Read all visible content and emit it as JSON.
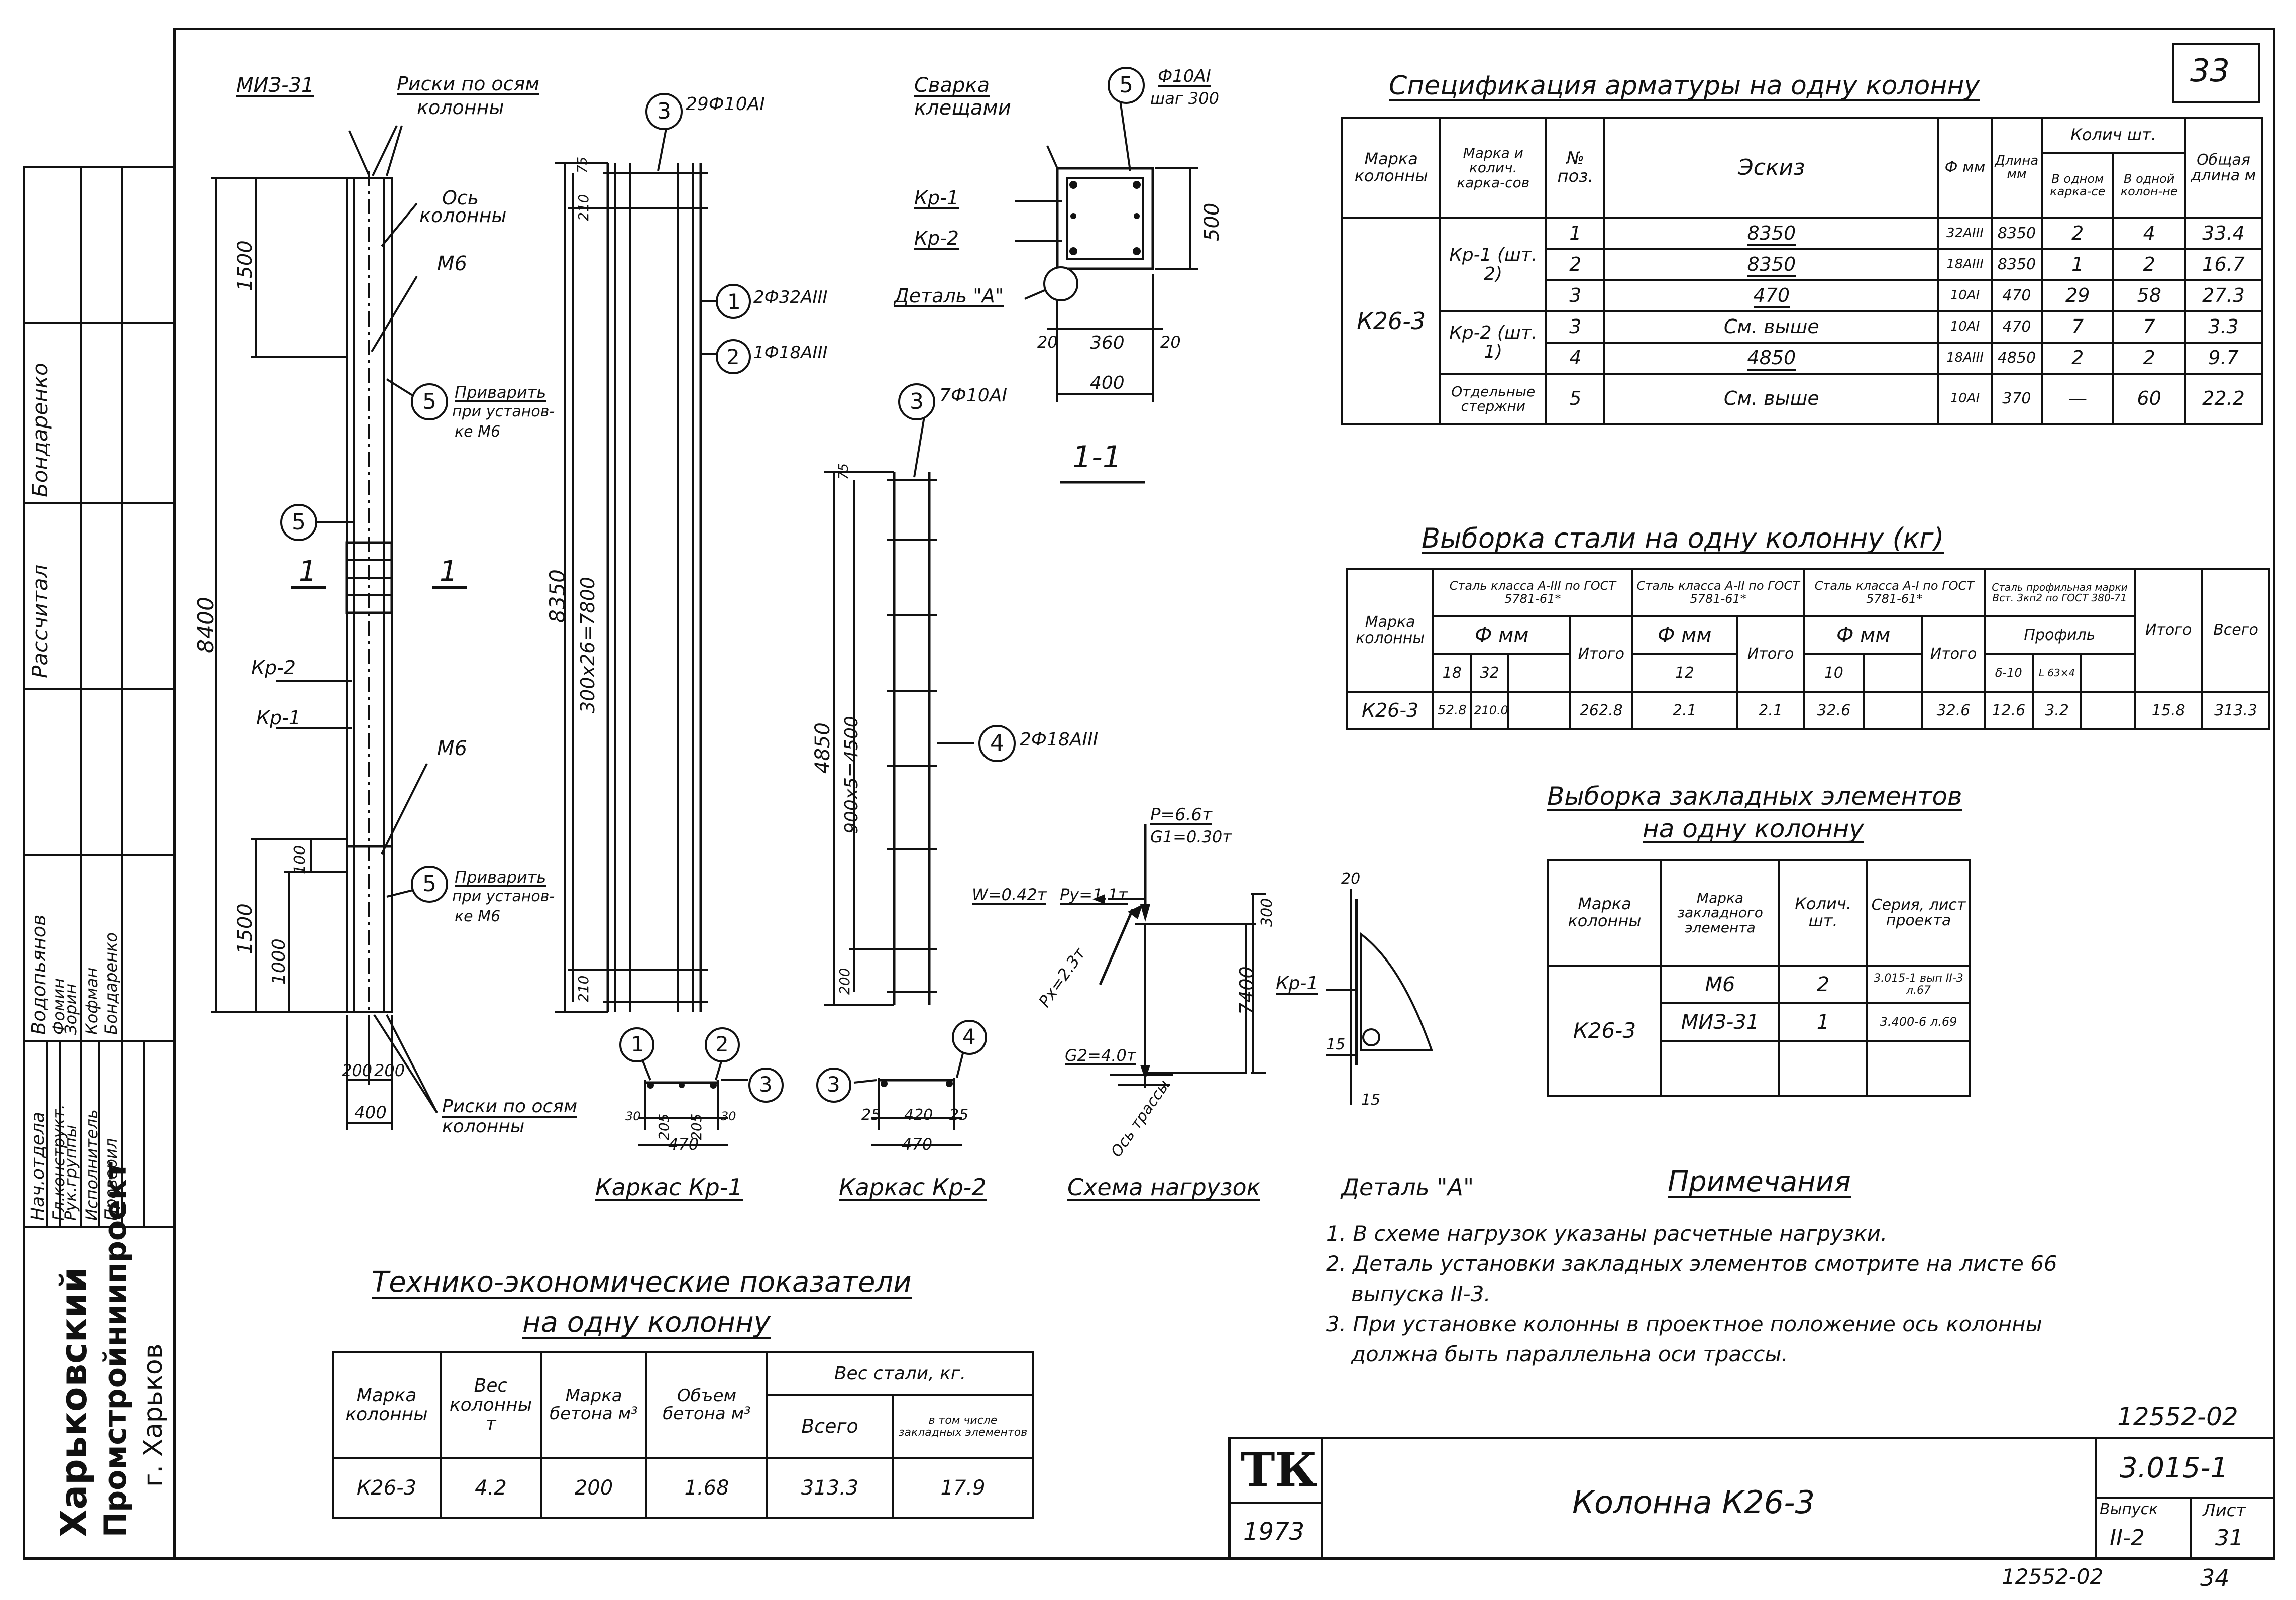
{
  "page_number": "33",
  "title_block": {
    "logo": "ТК",
    "year": "1973",
    "drawing_title": "Колонна К26-3",
    "project_number": "12552-02",
    "series": "3.015-1",
    "issue_label": "Выпуск",
    "issue": "II-2",
    "sheet_label": "Лист",
    "sheet": "31",
    "footer_number": "12552-02",
    "footer_page": "34"
  },
  "side_stamp": {
    "org_line1": "Харьковский",
    "org_line2": "Промстройниипроект",
    "org_city": "г. Харьков",
    "roles": [
      "Нач.отдела",
      "Гл.конструкт.",
      "Рук.группы",
      "Исполнитель",
      "Проверил"
    ],
    "names": [
      "Водопьянов",
      "Фомин",
      "Зорин",
      "Кофман",
      "Бондаренко"
    ],
    "upper_roles": [
      "Рассчитал",
      "Бондаренко"
    ]
  },
  "spec_table": {
    "title": "Спецификация арматуры на одну колонну",
    "headers": [
      "Марка колонны",
      "Марка и колич. карка-сов",
      "№ поз.",
      "Эскиз",
      "Ф мм",
      "Длина мм",
      "Колич шт.",
      "В одном карка-се",
      "В одной колон-не",
      "Общая длина м"
    ],
    "column_mark": "К26-3",
    "groups": [
      "Кр-1 (шт. 2)",
      "Кр-2 (шт. 1)",
      "Отдельные стержни"
    ],
    "rows": [
      {
        "pos": "1",
        "sketch": "8350",
        "dia": "32АIII",
        "len": "8350",
        "per_frame": "2",
        "per_col": "4",
        "total": "33.4"
      },
      {
        "pos": "2",
        "sketch": "8350",
        "dia": "18АIII",
        "len": "8350",
        "per_frame": "1",
        "per_col": "2",
        "total": "16.7"
      },
      {
        "pos": "3",
        "sketch": "470",
        "dia": "10АI",
        "len": "470",
        "per_frame": "29",
        "per_col": "58",
        "total": "27.3"
      },
      {
        "pos": "3",
        "sketch": "См. выше",
        "dia": "10АI",
        "len": "470",
        "per_frame": "7",
        "per_col": "7",
        "total": "3.3"
      },
      {
        "pos": "4",
        "sketch": "4850",
        "dia": "18АIII",
        "len": "4850",
        "per_frame": "2",
        "per_col": "2",
        "total": "9.7"
      },
      {
        "pos": "5",
        "sketch": "См. выше",
        "dia": "10АI",
        "len": "370",
        "per_frame": "—",
        "per_col": "60",
        "total": "22.2"
      }
    ]
  },
  "steel_table": {
    "title": "Выборка стали на одну колонну (кг)",
    "h_mark": "Марка колонны",
    "h_a3": "Сталь класса А-III по ГОСТ 5781-61*",
    "h_a2": "Сталь класса А-II по ГОСТ 5781-61*",
    "h_a1": "Сталь класса А-I по ГОСТ 5781-61*",
    "h_prof": "Сталь профильная марки Вст. 3кп2 по ГОСТ 380-71",
    "h_dia": "Ф мм",
    "h_profile": "Профиль",
    "h_total": "Итого",
    "h_grand": "Всего",
    "sub_a3": [
      "18",
      "32"
    ],
    "sub_a2": [
      "12"
    ],
    "sub_a1": [
      "10"
    ],
    "sub_prof": [
      "δ-10",
      "L 63×4"
    ],
    "values": {
      "mark": "К26-3",
      "a3_18": "52.8",
      "a3_32": "210.0",
      "a3_total": "262.8",
      "a2_12": "2.1",
      "a2_total": "2.1",
      "a1_10": "32.6",
      "a1_total": "32.6",
      "p1": "12.6",
      "p2": "3.2",
      "p_total": "15.8",
      "grand": "313.3"
    }
  },
  "embedded_table": {
    "title_l1": "Выборка закладных элементов",
    "title_l2": "на одну колонну",
    "headers": [
      "Марка колонны",
      "Марка закладного элемента",
      "Колич. шт.",
      "Серия, лист проекта"
    ],
    "mark": "К26-3",
    "rows": [
      {
        "elem": "М6",
        "qty": "2",
        "ref": "3.015-1 вып II-3 л.67"
      },
      {
        "elem": "МИЗ-31",
        "qty": "1",
        "ref": "3.400-6 л.69"
      }
    ]
  },
  "tech_table": {
    "title_l1": "Технико-экономические показатели",
    "title_l2": "на одну колонну",
    "headers": [
      "Марка колонны",
      "Вес колонны т",
      "Марка бетона м³",
      "Объем бетона м³",
      "Вес стали, кг.",
      "Всего",
      "в том числе закладных элементов"
    ],
    "values": {
      "mark": "К26-3",
      "weight": "4.2",
      "concrete": "200",
      "volume": "1.68",
      "steel": "313.3",
      "embedded": "17.9"
    }
  },
  "notes": {
    "title": "Примечания",
    "items": [
      "1. В схеме нагрузок указаны расчетные нагрузки.",
      "2. Деталь установки закладных элементов смотрите на листе 66",
      "выпуска II-3.",
      "3. При установке колонны в проектное положение ось колонны",
      "должна быть параллельна оси трассы."
    ]
  },
  "drawing_labels": {
    "miz": "МИЗ-31",
    "riski_top": "Риски по осям",
    "riski_top2": "колонны",
    "os1": "Ось",
    "os2": "колонны",
    "m6": "М6",
    "weld1": "Приварить",
    "weld2": "при установ-",
    "weld3": "ке М6",
    "kr2": "Кр-2",
    "kr1": "Кр-1",
    "riski_bot": "Риски по осям",
    "riski_bot2": "колонны",
    "dim_8400": "8400",
    "dim_1500": "1500",
    "dim_1000": "1000",
    "dim_100": "100",
    "dim_200": "200",
    "dim_400": "400",
    "sec": "1",
    "pos3_label": "29Ф10АI",
    "pos1_label": "2Ф32АIII",
    "pos2_label": "1Ф18АIII",
    "dim_8350": "8350",
    "dim_7800": "300x26=7800",
    "dim_75": "75",
    "dim_210": "210",
    "kr2_pos3": "7Ф10АI",
    "kr2_pos4": "2Ф18АIII",
    "dim_4850": "4850",
    "dim_4500": "900x5=4500",
    "weld_pl": "Сварка",
    "weld_pl2": "клещами",
    "pos5_label": "Ф10АI",
    "pos5_step": "шаг 300",
    "det_a": "Деталь \"А\"",
    "dim_500": "500",
    "dim_20": "20",
    "dim_360": "360",
    "dim_400b": "400",
    "sec11": "1-1",
    "kr1_title": "Каркас Кр-1",
    "kr2_title": "Каркас Кр-2",
    "load_title": "Схема нагрузок",
    "det_title": "Деталь \"А\"",
    "kr1_dims": [
      "30",
      "205",
      "205",
      "30"
    ],
    "kr1_w": "470",
    "kr2_dims": [
      "25",
      "420",
      "25"
    ],
    "kr2_w": "470",
    "load_p": "P=6.6т",
    "load_g1": "G1=0.30т",
    "load_w": "W=0.42т",
    "load_py": "Py=1.1т",
    "load_px": "Px=2.3т",
    "load_g2": "G2=4.0т",
    "load_h": "7400",
    "load_top": "300",
    "load_axis": "Ось трассы",
    "det_20": "20",
    "det_15": "15",
    "det_15b": "15"
  }
}
